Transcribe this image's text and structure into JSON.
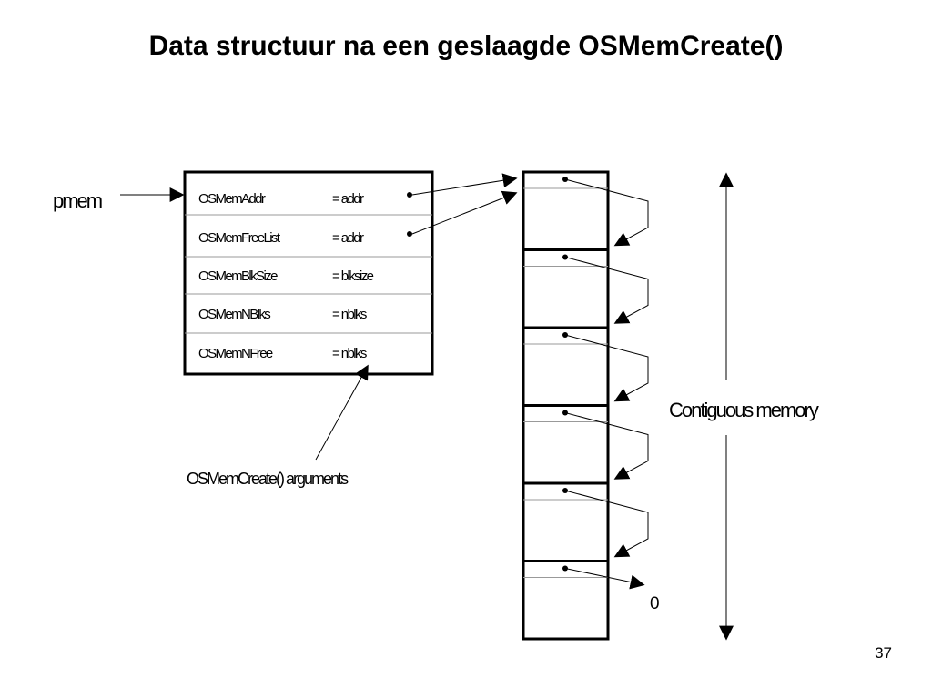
{
  "slide": {
    "title": "Data structuur na een geslaagde OSMemCreate()",
    "page_number": "37"
  },
  "diagram": {
    "pointer_label": "pmem",
    "control_block": {
      "rows": [
        {
          "field": "OSMemAddr",
          "assign": "= addr"
        },
        {
          "field": "OSMemFreeList",
          "assign": "= addr"
        },
        {
          "field": "OSMemBlkSize",
          "assign": "= blksize"
        },
        {
          "field": "OSMemNBlks",
          "assign": "= nblks"
        },
        {
          "field": "OSMemNFree",
          "assign": "= nblks"
        }
      ]
    },
    "arguments_label": "OSMemCreate() arguments",
    "memory": {
      "block_count": 6,
      "end_marker": "0",
      "label": "Contiguous memory"
    }
  }
}
